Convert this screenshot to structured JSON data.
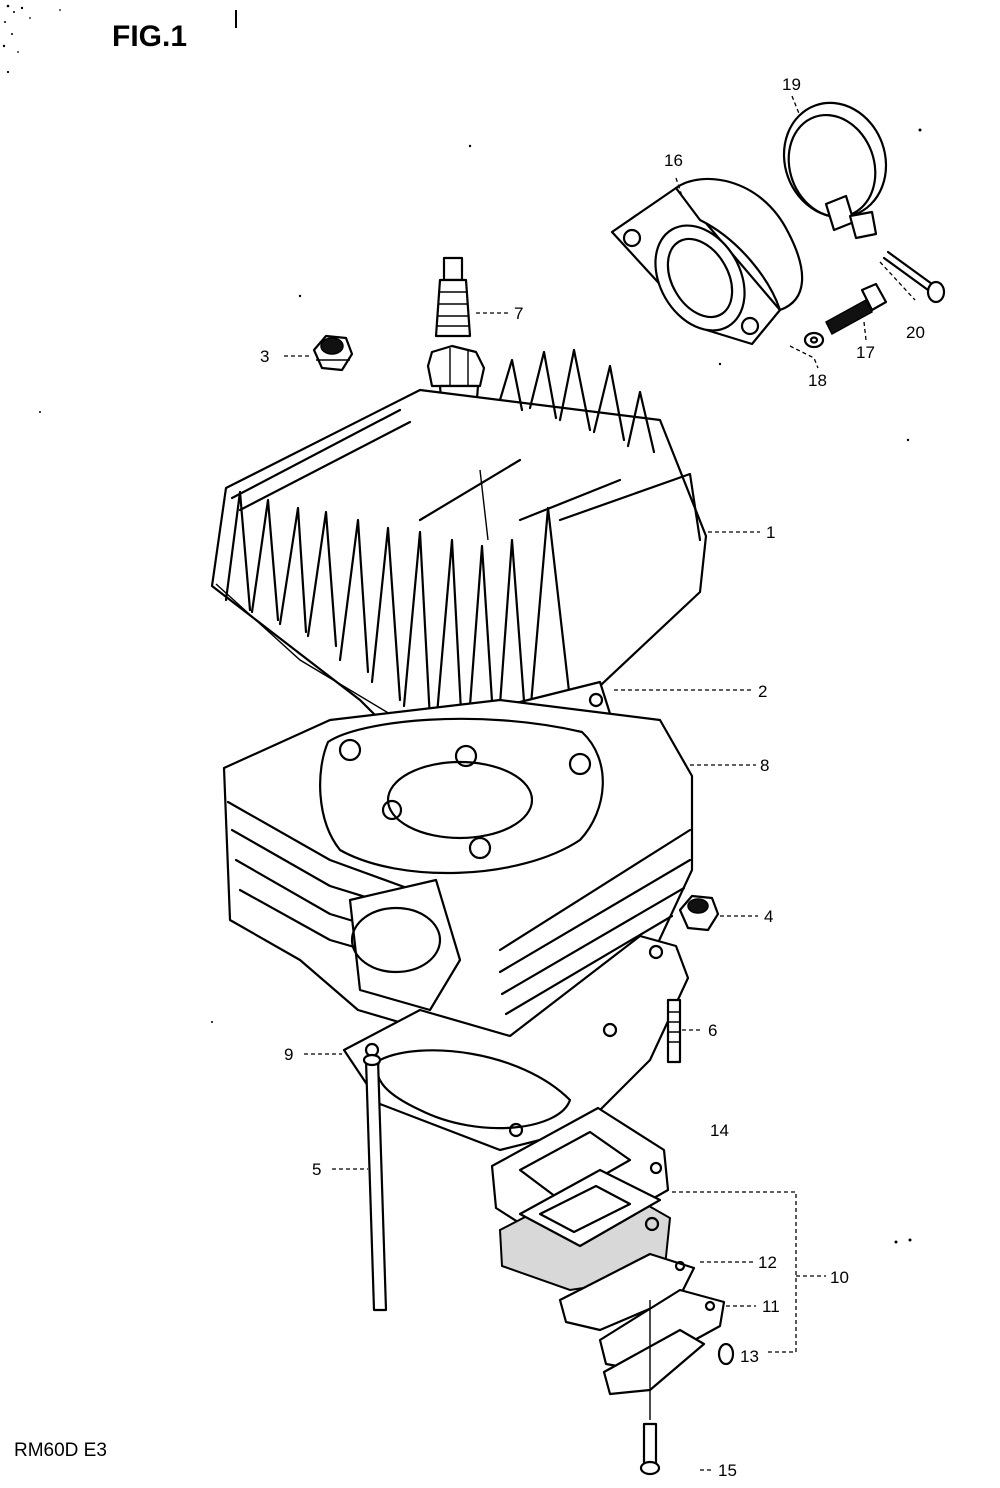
{
  "figure": {
    "title": "FIG.1",
    "model_label": "RM60D E3"
  },
  "callouts": [
    {
      "id": "1",
      "label": "1"
    },
    {
      "id": "2",
      "label": "2"
    },
    {
      "id": "3",
      "label": "3"
    },
    {
      "id": "4",
      "label": "4"
    },
    {
      "id": "5",
      "label": "5"
    },
    {
      "id": "6",
      "label": "6"
    },
    {
      "id": "7",
      "label": "7"
    },
    {
      "id": "8",
      "label": "8"
    },
    {
      "id": "9",
      "label": "9"
    },
    {
      "id": "10",
      "label": "10"
    },
    {
      "id": "11",
      "label": "11"
    },
    {
      "id": "12",
      "label": "12"
    },
    {
      "id": "13",
      "label": "13"
    },
    {
      "id": "14",
      "label": "14"
    },
    {
      "id": "15",
      "label": "15"
    },
    {
      "id": "16",
      "label": "16"
    },
    {
      "id": "17",
      "label": "17"
    },
    {
      "id": "18",
      "label": "18"
    },
    {
      "id": "19",
      "label": "19"
    },
    {
      "id": "20",
      "label": "20"
    }
  ]
}
